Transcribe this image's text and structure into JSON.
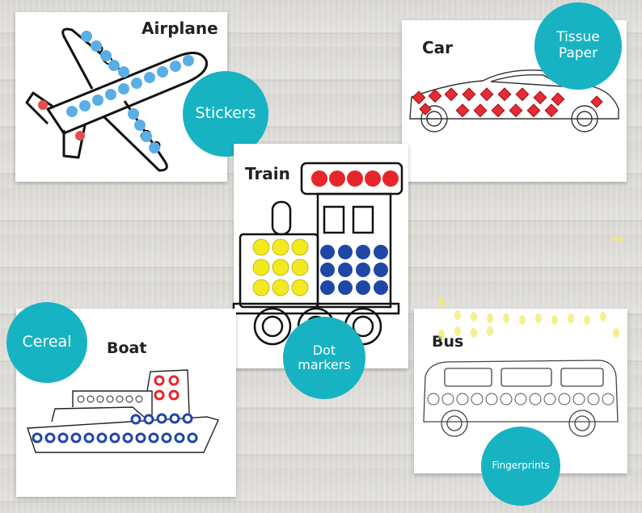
{
  "cards": {
    "airplane": {
      "title": "Airplane",
      "badge": "Stickers"
    },
    "car": {
      "title": "Car",
      "badge": "Tissue Paper"
    },
    "train": {
      "title": "Train",
      "badge": "Dot markers"
    },
    "boat": {
      "title": "Boat",
      "badge": "Cereal"
    },
    "bus": {
      "title": "Bus",
      "badge": "Fingerprints"
    }
  },
  "colors": {
    "teal": "#17b3c2",
    "blue_sticker": "#5aaee6",
    "red_dot": "#e8252b",
    "yellow_dot": "#f2ea1e",
    "navy_dot": "#1f47a6"
  }
}
